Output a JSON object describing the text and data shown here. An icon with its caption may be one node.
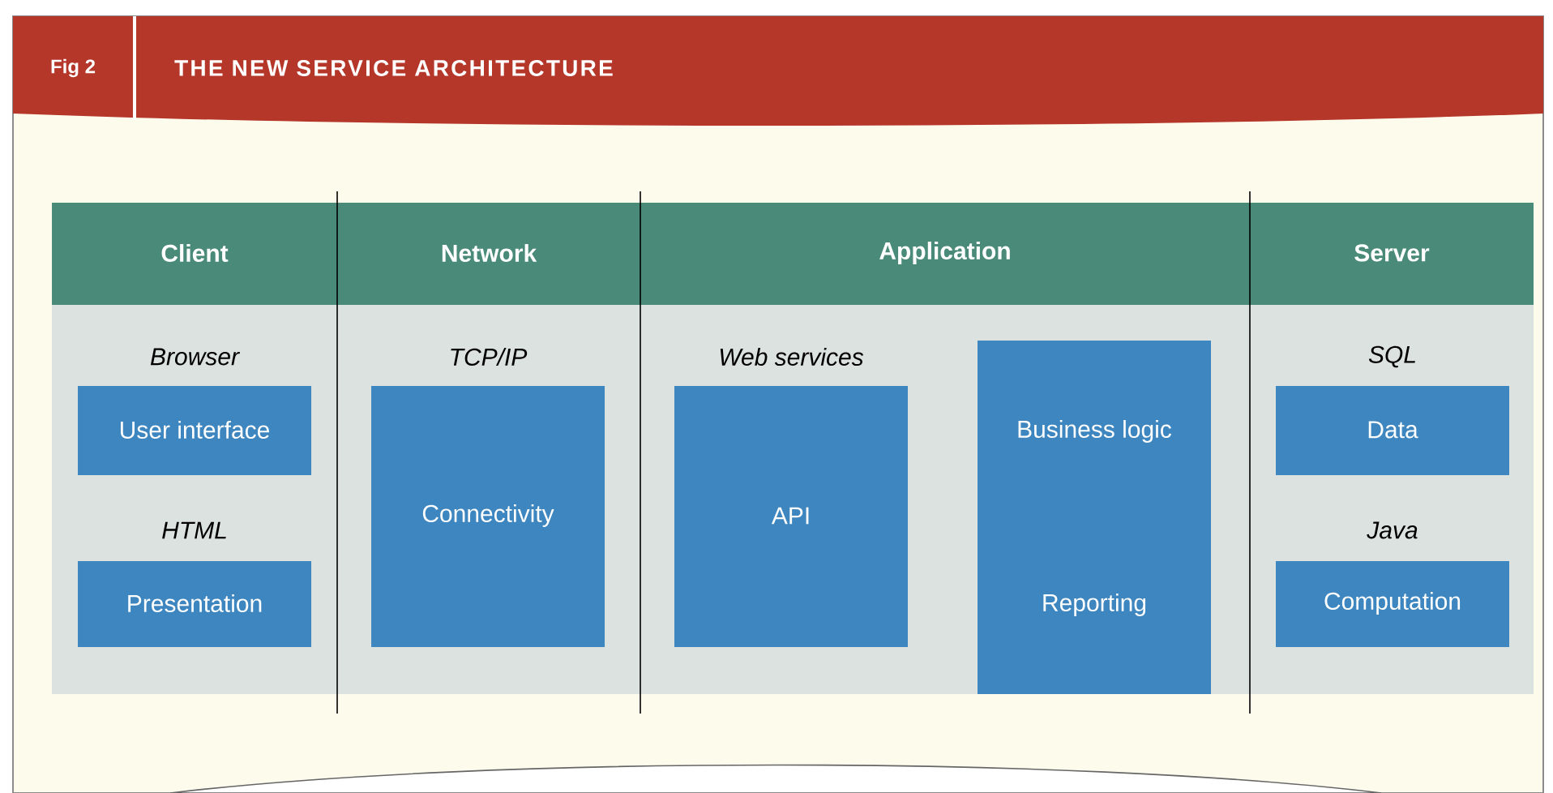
{
  "diagram": {
    "title": "THE NEW SERVICE ARCHITECTURE",
    "nodes": [
      {
        "text": [
          "Client"
        ]
      },
      {
        "text": [
          "Network"
        ]
      },
      {
        "text": [
          "Application"
        ]
      },
      {
        "text": [
          "Server"
        ]
      },
      {
        "text": [
          "Browser",
          "User interface"
        ],
        "in": 0
      },
      {
        "text": [
          "HTML",
          "Presentation"
        ],
        "in": 0
      },
      {
        "text": [
          "TCP/IP",
          "Connectivity"
        ],
        "in": 1
      },
      {
        "text": [
          "Web services",
          "API"
        ],
        "in": 2
      },
      {
        "text": [
          "Business logic",
          "Reporting"
        ],
        "in": 2
      },
      {
        "text": [
          "SQL",
          "Data"
        ],
        "in": 3
      },
      {
        "text": [
          "Java",
          "Computation"
        ],
        "in": 3
      }
    ],
    "labels": [
      "Fig 2"
    ]
  }
}
